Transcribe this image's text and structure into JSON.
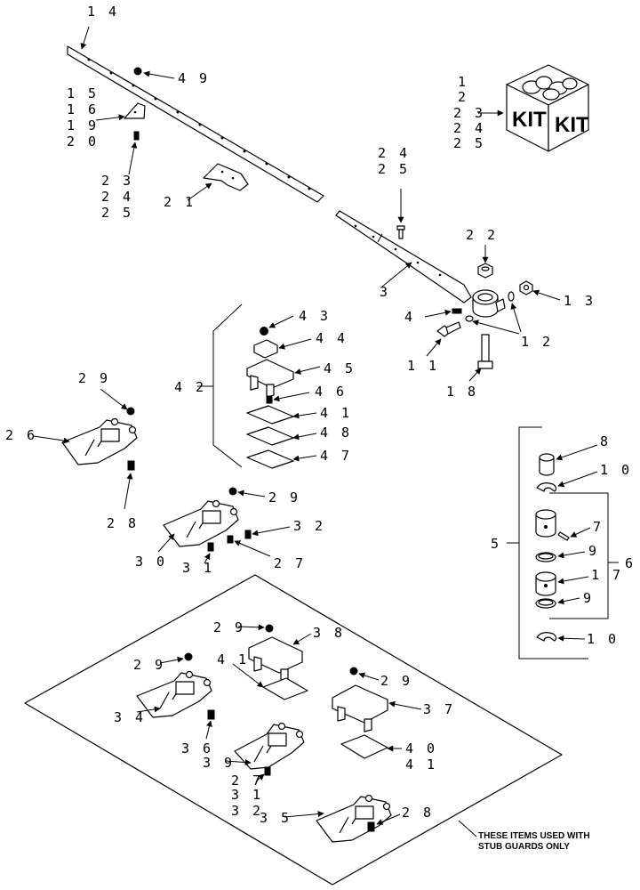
{
  "kit_text": "KIT",
  "note_line1": "THESE ITEMS USED WITH",
  "note_line2": "STUB GUARDS ONLY",
  "labels": {
    "l14": "1 4",
    "l49": "4 9",
    "l15": "1 5",
    "l16": "1 6",
    "l19": "1 9",
    "l20": "2 0",
    "l23a": "2 3",
    "l24a": "2 4",
    "l25a": "2 5",
    "l21": "2 1",
    "k1": "1",
    "k2": "2",
    "k23": "2 3",
    "k24": "2 4",
    "k25": "2 5",
    "l24b": "2 4",
    "l25b": "2 5",
    "l22": "2 2",
    "l3": "3",
    "l13": "1 3",
    "l4": "4",
    "l12": "1 2",
    "l11": "1 1",
    "l18": "1 8",
    "l43": "4 3",
    "l44": "4 4",
    "l45": "4 5",
    "l46": "4 6",
    "l42": "4 2",
    "l41a": "4 1",
    "l48": "4 8",
    "l47": "4 7",
    "l29a": "2 9",
    "l26": "2 6",
    "l28a": "2 8",
    "l29b": "2 9",
    "l32a": "3 2",
    "l30": "3 0",
    "l31a": "3 1",
    "l27a": "2 7",
    "l8": "8",
    "l10a": "1 0",
    "l7": "7",
    "l5": "5",
    "l6": "6",
    "l9a": "9",
    "l17": "1 7",
    "l9b": "9",
    "l10b": "1 0",
    "l29c": "2 9",
    "l38": "3 8",
    "l29d": "2 9",
    "l41b": "4 1",
    "l29e": "2 9",
    "l37": "3 7",
    "l34": "3 4",
    "l36": "3 6",
    "l40": "4 0",
    "l41c": "4 1",
    "l39": "3 9",
    "l27b": "2 7",
    "l31b": "3 1",
    "l32b": "3 2",
    "l35": "3 5",
    "l28b": "2 8"
  }
}
